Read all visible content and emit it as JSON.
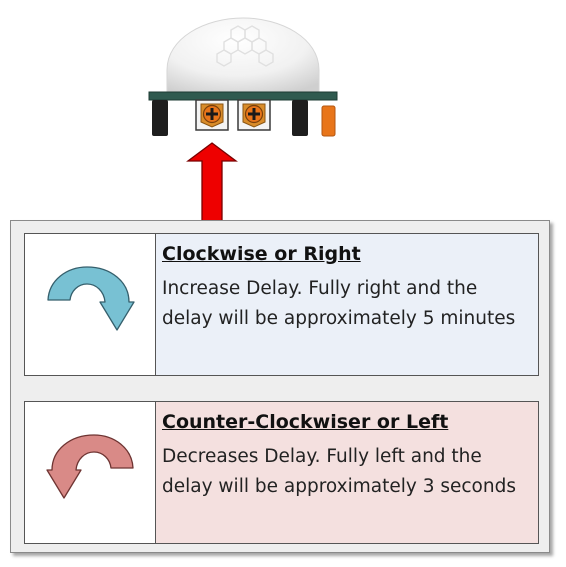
{
  "sections": {
    "clockwise": {
      "heading": "Clockwise or Right",
      "description": "Increase Delay.  Fully right and the delay will be approximately 5 minutes",
      "icon": "clockwise-arrow-icon",
      "color": "#78c1d3",
      "background": "#ebf0f8"
    },
    "counter_clockwise": {
      "heading": "Counter-Clockwiser or Left",
      "description": "Decreases Delay.  Fully left and the delay will be approximately 3 seconds",
      "icon": "counter-clockwise-arrow-icon",
      "color": "#d98a87",
      "background": "#f4e0df"
    }
  },
  "pointer": {
    "icon": "up-arrow-icon",
    "color": "#ee0000"
  },
  "sensor": {
    "icon": "pir-sensor-icon",
    "potentiometer_icon": "potentiometer-icon",
    "accent_color": "#e8751a"
  }
}
